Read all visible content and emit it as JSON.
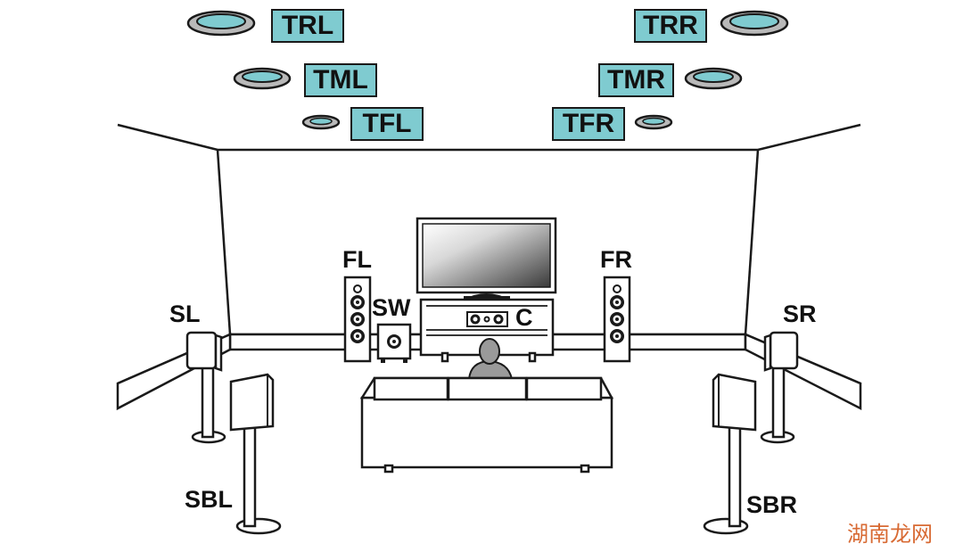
{
  "ceiling_speakers": {
    "trl": "TRL",
    "trr": "TRR",
    "tml": "TML",
    "tmr": "TMR",
    "tfl": "TFL",
    "tfr": "TFR"
  },
  "floor_speakers": {
    "fl": "FL",
    "fr": "FR",
    "sw": "SW",
    "c": "C",
    "sl": "SL",
    "sr": "SR",
    "sbl": "SBL",
    "sbr": "SBR"
  },
  "watermark": "湖南龙网",
  "colors": {
    "label_fill": "#7fcbd0",
    "speaker_ring": "#7fcbd0",
    "line": "#1a1a1a"
  }
}
